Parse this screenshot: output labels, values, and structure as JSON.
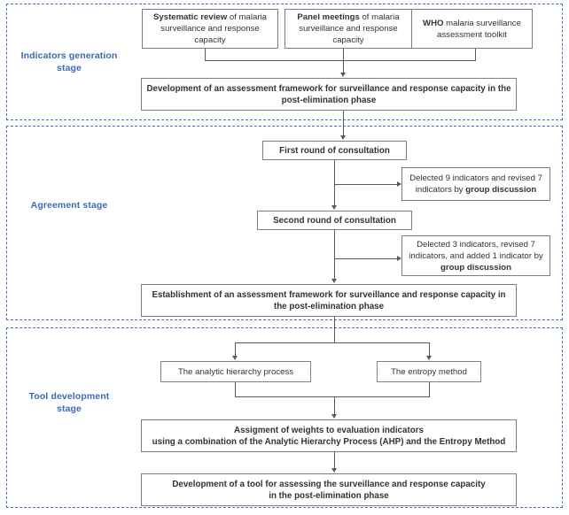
{
  "diagram": {
    "title": "Study design flowchart for developing an assessment tool for malaria surveillance and response capacity in the post-elimination phase",
    "accent_color": "#3b6bb5",
    "region_border_color": "#4472c4",
    "node_border_color": "#7f7f7f",
    "connector_color": "#595959"
  },
  "stages": [
    {
      "id": "indicators",
      "label": "Indicators generation\nstage",
      "label_line1": "Indicators generation",
      "label_line2": "stage"
    },
    {
      "id": "agreement",
      "label": "Agreement stage",
      "label_line1": "Agreement stage",
      "label_line2": ""
    },
    {
      "id": "tool",
      "label": "Tool development\nstage",
      "label_line1": "Tool development",
      "label_line2": "stage"
    }
  ],
  "nodes": {
    "systematic_review": {
      "bold": "Systematic review",
      "rest": " of malaria surveillance and response capacity",
      "full": "Systematic review of malaria surveillance and response capacity"
    },
    "panel_meetings": {
      "bold": "Panel meetings",
      "rest": " of malaria surveillance and response capacity",
      "full": "Panel meetings of malaria surveillance and response capacity"
    },
    "who_toolkit": {
      "bold": "WHO",
      "rest": " malaria surveillance assessment toolkit",
      "full": "WHO malaria surveillance assessment toolkit"
    },
    "framework_development": {
      "full": "Development of an assessment framework for surveillance and response capacity in the post-elimination phase"
    },
    "first_round": {
      "full": "First round of consultation"
    },
    "note_first": {
      "lead": "Delected 9 indicators and revised 7 indicators by ",
      "bold": "group discussion",
      "full": "Delected 9 indicators and revised 7 indicators by group discussion"
    },
    "second_round": {
      "full": "Second round of consultation"
    },
    "note_second": {
      "lead": "Delected 3 indicators, revised 7 indicators, and added 1 indicator by ",
      "bold": "group discussion",
      "full": "Delected 3 indicators, revised 7 indicators, and added 1 indicator by group discussion"
    },
    "framework_establishment": {
      "full": "Establishment of an assessment framework for surveillance and response capacity in the post-elimination phase"
    },
    "ahp": {
      "full": "The analytic hierarchy process"
    },
    "entropy": {
      "full": "The entropy method"
    },
    "weights_assignment": {
      "line1": "Assigment of weights to evaluation  indicators",
      "line2": "using a combination of the Analytic Hierarchy Process (AHP) and the Entropy Method",
      "full": "Assigment of weights to evaluation  indicators using a combination of the Analytic Hierarchy Process (AHP) and the Entropy Method"
    },
    "tool_development": {
      "line1": "Development of a tool for assessing the surveillance and response capacity",
      "line2": "in the post-elimination phase",
      "full": "Development of a tool for assessing the surveillance and response capacity in the post-elimination phase"
    }
  }
}
